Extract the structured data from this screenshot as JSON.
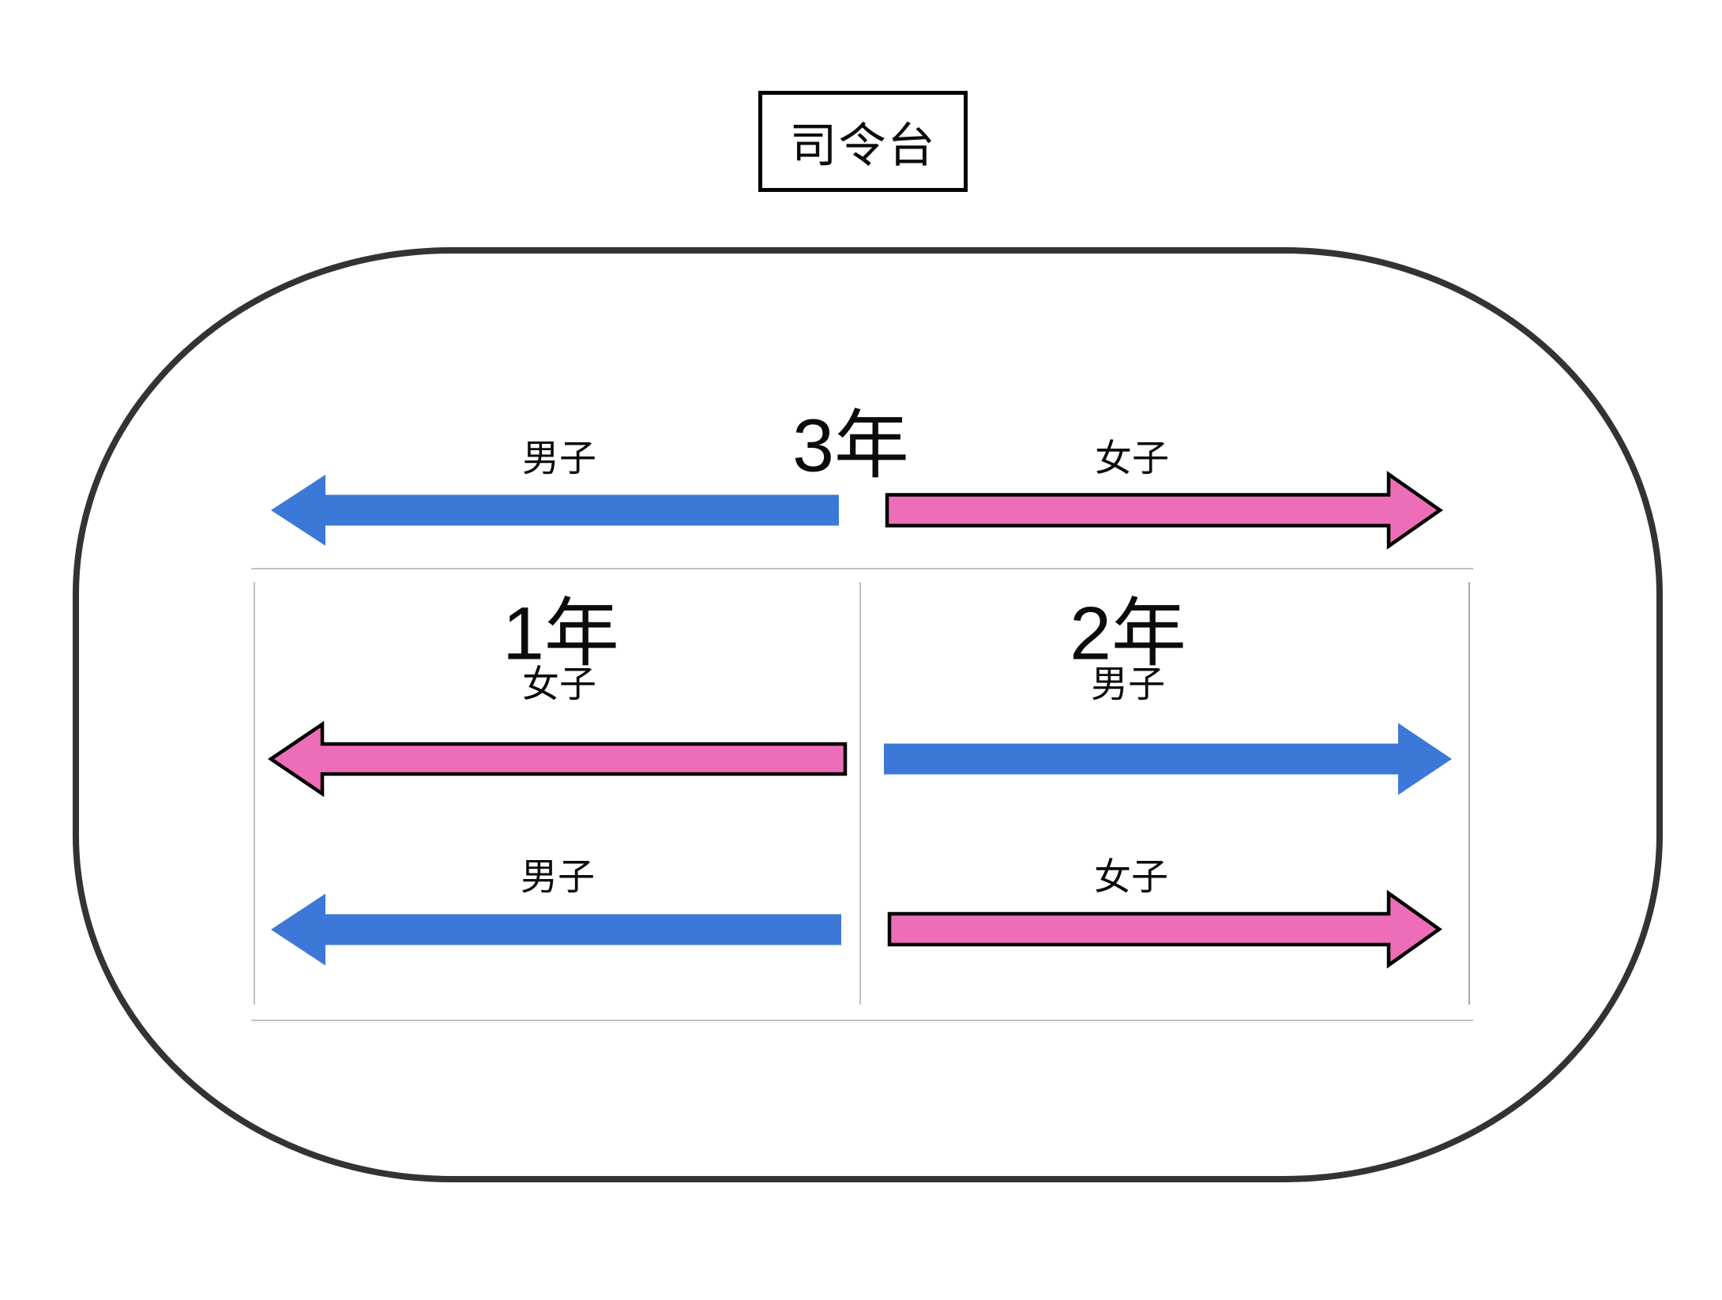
{
  "platform_label": "司令台",
  "colors": {
    "blue": "#3c78d8",
    "pink": "#ee6db8",
    "arrow_outline": "#000000",
    "track_border": "#333333",
    "divider_line": "#c0c0c0"
  },
  "grade3": {
    "title": "3年",
    "boys_label": "男子",
    "girls_label": "女子"
  },
  "grade1": {
    "title": "1年",
    "girls_label": "女子",
    "boys_label": "男子"
  },
  "grade2": {
    "title": "2年",
    "boys_label": "男子",
    "girls_label": "女子"
  },
  "arrows": [
    {
      "name": "grade3-boys",
      "color": "blue",
      "direction": "left",
      "outlined": false
    },
    {
      "name": "grade3-girls",
      "color": "pink",
      "direction": "right",
      "outlined": true
    },
    {
      "name": "grade1-girls",
      "color": "pink",
      "direction": "left",
      "outlined": true
    },
    {
      "name": "grade2-boys",
      "color": "blue",
      "direction": "right",
      "outlined": false
    },
    {
      "name": "grade1-boys",
      "color": "blue",
      "direction": "left",
      "outlined": false
    },
    {
      "name": "grade2-girls",
      "color": "pink",
      "direction": "right",
      "outlined": true
    }
  ]
}
